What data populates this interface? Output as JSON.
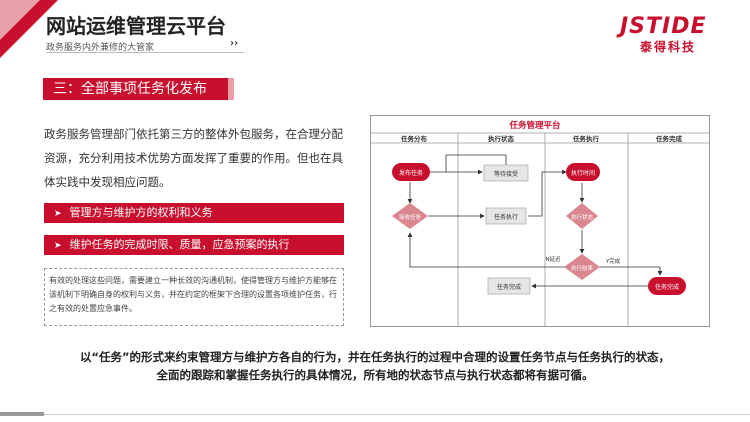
{
  "header": {
    "title": "网站运维管理云平台",
    "subtitle": "政务服务内外兼修的大管家",
    "chevrons": "››",
    "logo_text": "JSTIDE",
    "logo_sub": "泰得科技"
  },
  "section": {
    "heading": "三：全部事项任务化发布"
  },
  "content": {
    "paragraph": "政务服务管理部门依托第三方的整体外包服务，在合理分配资源，充分利用技术优势方面发挥了重要的作用。但也在具体实践中发现相应问题。",
    "bullets": [
      {
        "label": "管理方与维护方的权利和义务"
      },
      {
        "label": "维护任务的完成时限、质量，应急预案的执行"
      }
    ],
    "note": "有效的处理这些问题，需要建立一种长效的沟通机制，使得管理方与维护方能够在该机制下明确自身的权利与义务，并在约定的框架下合理的设置各项维护任务，行之有效的处置应急事件。"
  },
  "diagram": {
    "title": "任务管理平台",
    "columns": [
      "任务分布",
      "执行状态",
      "任务执行",
      "任务完成"
    ],
    "nodes": {
      "publish": "发布任务",
      "wait_accept": "等待接受",
      "accept": "接收任务",
      "executing": "任务执行",
      "exec_time": "执行时间",
      "exec_status": "执行状态",
      "exec_result": "执行结果",
      "task_done": "任务完成",
      "task_archive": "任务完成"
    },
    "labels": {
      "n_no": "N延迟",
      "y_yes": "Y完成"
    }
  },
  "footer": {
    "summary_line1": "以“任务”的形式来约束管理方与维护方各自的行为，并在任务执行的过程中合理的设置任务节点与任务执行的状态，",
    "summary_line2": "全面的跟踪和掌握任务执行的具体情况，所有地的状态节点与执行状态都将有据可循。"
  },
  "colors": {
    "accent": "#c8102e",
    "accent_light": "#e8a0a8",
    "diamond": "#d9868f",
    "box": "#e6e6e6"
  }
}
